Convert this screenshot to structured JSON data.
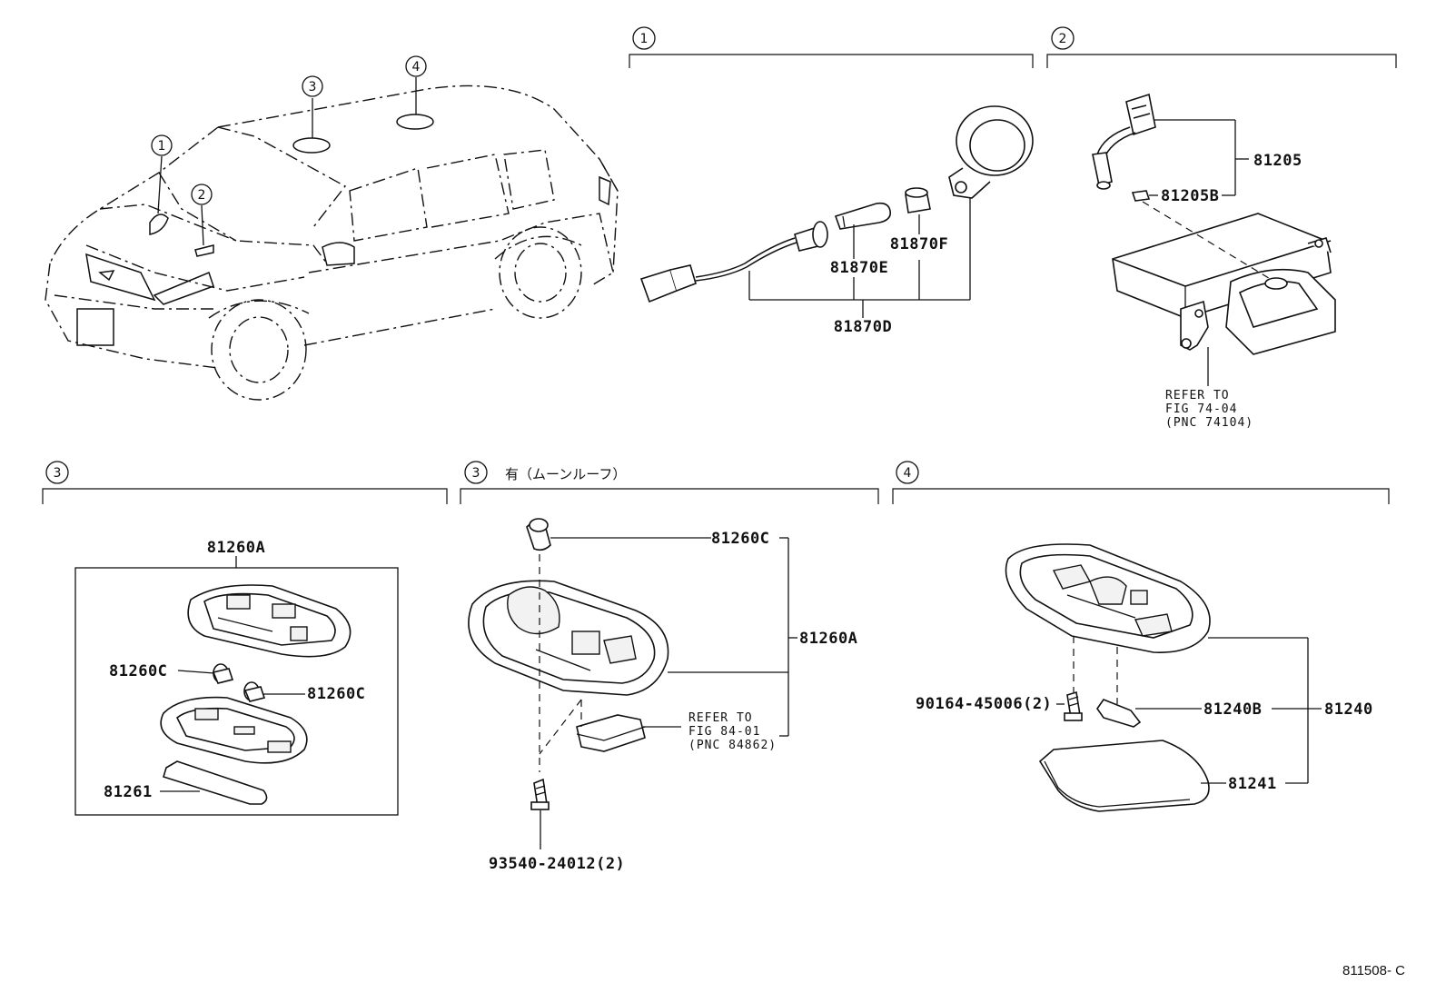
{
  "sections": {
    "s1_header": "1",
    "s2_header": "2",
    "s3a_header": "3",
    "s3b_header": "3",
    "s3b_note": "有（ムーンルーフ）",
    "s4_header": "4"
  },
  "car_callouts": [
    "1",
    "2",
    "3",
    "4"
  ],
  "parts": {
    "p81205": "81205",
    "p81205B": "81205B",
    "p81870D": "81870D",
    "p81870E": "81870E",
    "p81870F": "81870F",
    "p81260A_box": "81260A",
    "p81260C_left": "81260C",
    "p81260C_right": "81260C",
    "p81261": "81261",
    "p81260C_b": "81260C",
    "p81260A_b": "81260A",
    "p93540": "93540-24012(2)",
    "p90164": "90164-45006(2)",
    "p81240B": "81240B",
    "p81240": "81240",
    "p81241": "81241"
  },
  "refs": {
    "ref1_l1": "REFER TO",
    "ref1_l2": "FIG 74-04",
    "ref1_l3": "(PNC 74104)",
    "ref2_l1": "REFER TO",
    "ref2_l2": "FIG 84-01",
    "ref2_l3": "(PNC 84862)"
  },
  "footer_code": "811508- C"
}
